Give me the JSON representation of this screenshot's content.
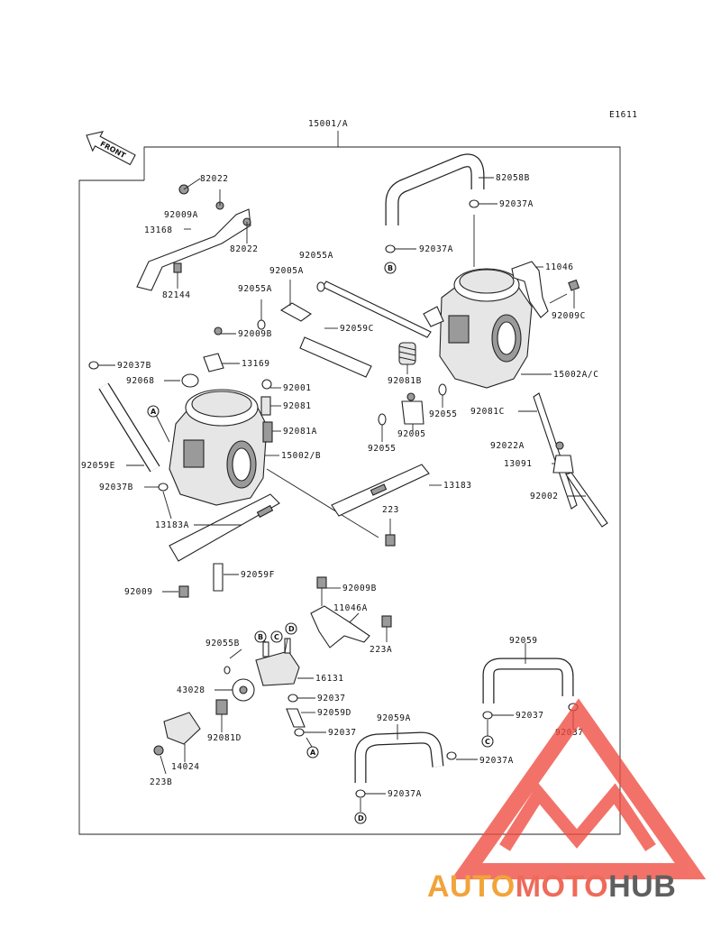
{
  "diagram": {
    "code": "E1611",
    "assembly": "15001/A",
    "front_label": "FRONT",
    "callouts": [
      "A",
      "B",
      "C",
      "D"
    ]
  },
  "parts": [
    {
      "id": "p-15001a",
      "text": "15001/A"
    },
    {
      "id": "p-e1611",
      "text": "E1611"
    },
    {
      "id": "p-82022a",
      "text": "82022"
    },
    {
      "id": "p-92009a",
      "text": "92009A"
    },
    {
      "id": "p-82022b",
      "text": "82022"
    },
    {
      "id": "p-13168",
      "text": "13168"
    },
    {
      "id": "p-82144",
      "text": "82144"
    },
    {
      "id": "p-92055a-1",
      "text": "92055A"
    },
    {
      "id": "p-92005a",
      "text": "92005A"
    },
    {
      "id": "p-92055a-2",
      "text": "92055A"
    },
    {
      "id": "p-92009b",
      "text": "92009B"
    },
    {
      "id": "p-92059c",
      "text": "92059C"
    },
    {
      "id": "p-82058b",
      "text": "82058B"
    },
    {
      "id": "p-92037a-1",
      "text": "92037A"
    },
    {
      "id": "p-92037a-2",
      "text": "92037A"
    },
    {
      "id": "p-11046",
      "text": "11046"
    },
    {
      "id": "p-92009c",
      "text": "92009C"
    },
    {
      "id": "p-15002ac",
      "text": "15002A/C"
    },
    {
      "id": "p-92081b",
      "text": "92081B"
    },
    {
      "id": "p-92055-1",
      "text": "92055"
    },
    {
      "id": "p-92005",
      "text": "92005"
    },
    {
      "id": "p-92055-2",
      "text": "92055"
    },
    {
      "id": "p-92081c",
      "text": "92081C"
    },
    {
      "id": "p-92022a",
      "text": "92022A"
    },
    {
      "id": "p-13091",
      "text": "13091"
    },
    {
      "id": "p-92002",
      "text": "92002"
    },
    {
      "id": "p-92037b-1",
      "text": "92037B"
    },
    {
      "id": "p-92068",
      "text": "92068"
    },
    {
      "id": "p-13169",
      "text": "13169"
    },
    {
      "id": "p-92001",
      "text": "92001"
    },
    {
      "id": "p-92081",
      "text": "92081"
    },
    {
      "id": "p-92081a",
      "text": "92081A"
    },
    {
      "id": "p-15002b",
      "text": "15002/B"
    },
    {
      "id": "p-92059e",
      "text": "92059E"
    },
    {
      "id": "p-92037b-2",
      "text": "92037B"
    },
    {
      "id": "p-13183",
      "text": "13183"
    },
    {
      "id": "p-223",
      "text": "223"
    },
    {
      "id": "p-13183a",
      "text": "13183A"
    },
    {
      "id": "p-92009",
      "text": "92009"
    },
    {
      "id": "p-92059f",
      "text": "92059F"
    },
    {
      "id": "p-92009b-2",
      "text": "92009B"
    },
    {
      "id": "p-11046a",
      "text": "11046A"
    },
    {
      "id": "p-223a",
      "text": "223A"
    },
    {
      "id": "p-92055b",
      "text": "92055B"
    },
    {
      "id": "p-16131",
      "text": "16131"
    },
    {
      "id": "p-43028",
      "text": "43028"
    },
    {
      "id": "p-92037-1",
      "text": "92037"
    },
    {
      "id": "p-92059d",
      "text": "92059D"
    },
    {
      "id": "p-92081d",
      "text": "92081D"
    },
    {
      "id": "p-92037-2",
      "text": "92037"
    },
    {
      "id": "p-14024",
      "text": "14024"
    },
    {
      "id": "p-223b",
      "text": "223B"
    },
    {
      "id": "p-92059",
      "text": "92059"
    },
    {
      "id": "p-92037-3",
      "text": "92037"
    },
    {
      "id": "p-92037-4",
      "text": "92037"
    },
    {
      "id": "p-92059a",
      "text": "92059A"
    },
    {
      "id": "p-92037a-3",
      "text": "92037A"
    },
    {
      "id": "p-92037a-4",
      "text": "92037A"
    }
  ],
  "watermark": {
    "part1": "AUTO",
    "part2": "MOTO",
    "part3": "HUB",
    "colors": {
      "auto": "#f2a33a",
      "moto": "#ef6a5a",
      "hub": "#5f5f5f",
      "triangle": "#ef4b3f"
    }
  }
}
